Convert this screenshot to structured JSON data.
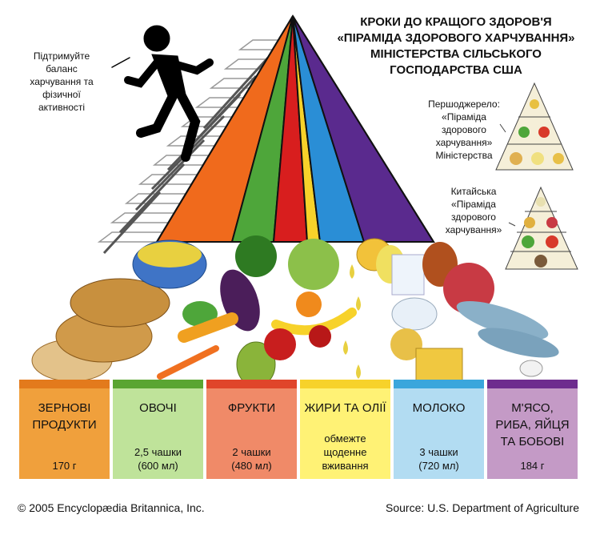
{
  "title": "КРОКИ ДО КРАЩОГО ЗДОРОВ'Я\n«ПІРАМІДА ЗДОРОВОГО ХАРЧУВАННЯ»\nМІНІСТЕРСТВА СІЛЬСЬКОГО\nГОСПОДАРСТВА США",
  "callout": "Підтримуйте\nбаланс\nхарчування та\nфізичної\nактивності",
  "original_pyramid_label": "Першоджерело:\n«Піраміда\nздорового\nхарчування»\nМіністерства",
  "chinese_pyramid_label": "Китайська\n«Піраміда\nздорового\nхарчування»",
  "groups": [
    {
      "name": "ЗЕРНОВІ\nПРОДУКТИ",
      "amount": "170 г",
      "color": "#e37a1c"
    },
    {
      "name": "ОВОЧІ",
      "amount": "2,5 чашки\n(600 мл)",
      "color": "#5aa532"
    },
    {
      "name": "ФРУКТИ",
      "amount": "2 чашки\n(480 мл)",
      "color": "#e0452a"
    },
    {
      "name": "ЖИРИ ТА ОЛІЇ",
      "amount": "обмежте\nщоденне\nвживання",
      "color": "#f7d22a"
    },
    {
      "name": "МОЛОКО",
      "amount": "3 чашки\n(720 мл)",
      "color": "#3aa6dc"
    },
    {
      "name": "М'ЯСО,\nРИБА, ЯЙЦЯ\nТА БОБОВІ",
      "amount": "184 г",
      "color": "#6e2c8e"
    }
  ],
  "copyright": "© 2005 Encyclopædia Britannica, Inc.",
  "source": "Source: U.S. Department of Agriculture"
}
